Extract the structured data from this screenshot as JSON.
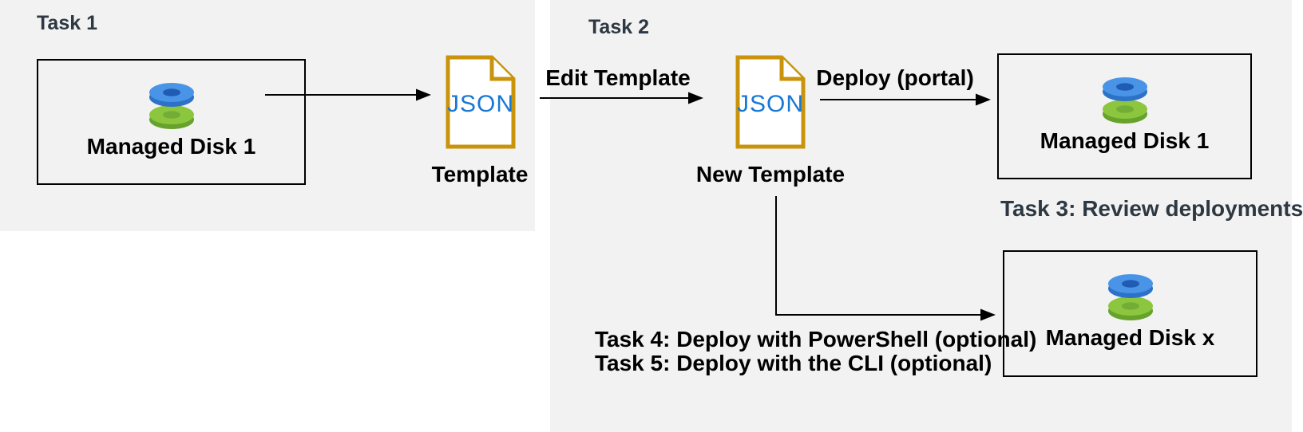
{
  "panels": {
    "task1": {
      "title": "Task 1"
    },
    "task2": {
      "title": "Task 2"
    }
  },
  "nodes": {
    "disk1_left": {
      "label": "Managed Disk 1",
      "icon": "managed-disk-icon"
    },
    "template": {
      "file_type": "JSON",
      "caption": "Template",
      "icon": "json-file-icon"
    },
    "new_template": {
      "file_type": "JSON",
      "caption": "New Template",
      "icon": "json-file-icon"
    },
    "disk1_right": {
      "label": "Managed Disk 1",
      "icon": "managed-disk-icon"
    },
    "disk_x": {
      "label": "Managed Disk x",
      "icon": "managed-disk-icon"
    }
  },
  "arrows": {
    "export_template": {
      "label": ""
    },
    "edit_template": {
      "label": "Edit Template"
    },
    "deploy_portal": {
      "label": "Deploy (portal)"
    },
    "deploy_cli": {
      "label": ""
    }
  },
  "annotations": {
    "task3": "Task 3: Review deployments",
    "task4": "Task 4: Deploy with PowerShell (optional)",
    "task5": "Task 5: Deploy with the CLI (optional)"
  },
  "colors": {
    "panel_bg": "#f2f2f2",
    "heading": "#2d3842",
    "text": "#000000",
    "json_file_border": "#c9940c",
    "json_text": "#1878d4",
    "disk_blue_top": "#4a94e8",
    "disk_blue_rim": "#2c72c8",
    "disk_blue_hole": "#205cb4",
    "disk_green_top": "#8cc63f",
    "disk_green_rim": "#66a22c",
    "disk_green_hole": "#74ad36",
    "arrow": "#000000"
  }
}
